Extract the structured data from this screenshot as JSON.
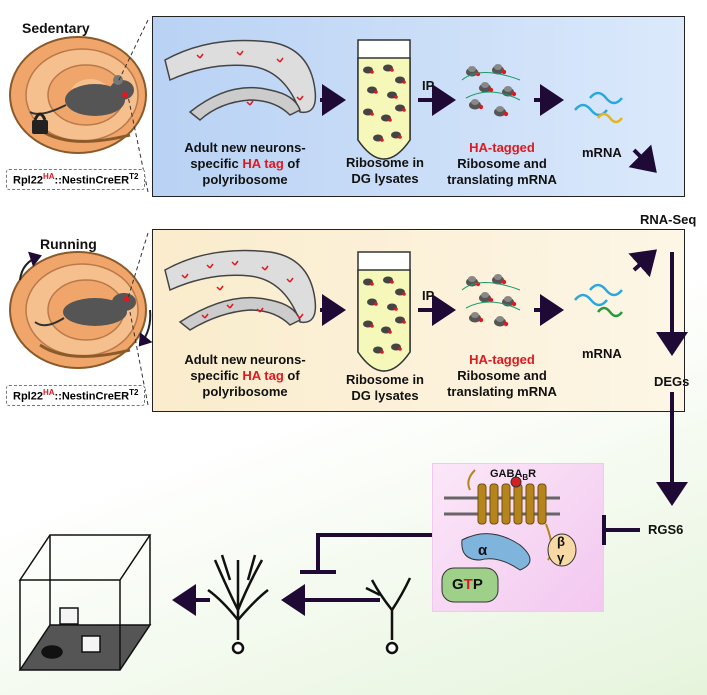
{
  "conditions": [
    {
      "title": "Sedentary",
      "genotype": {
        "pre": "Rpl22",
        "sup": "HA",
        "post": "::NestinCreER",
        "sup2": "T2"
      },
      "step1": {
        "line1": "Adult new neurons-",
        "line2a": "specific ",
        "line2b": "HA tag",
        "line2c": " of",
        "line3": "polyribosome"
      },
      "step2": {
        "line1": "Ribosome in",
        "line2": "DG lysates"
      },
      "ip": "IP",
      "step3": {
        "line1": "HA-tagged",
        "line2": "Ribosome and",
        "line3": "translating mRNA"
      },
      "product": "mRNA",
      "panel_color": "#c7dcf7"
    },
    {
      "title": "Running",
      "genotype": {
        "pre": "Rpl22",
        "sup": "HA",
        "post": "::NestinCreER",
        "sup2": "T2"
      },
      "step1": {
        "line1": "Adult new neurons-",
        "line2a": "specific ",
        "line2b": "HA tag",
        "line2c": " of",
        "line3": "polyribosome"
      },
      "step2": {
        "line1": "Ribosome in",
        "line2": "DG lysates"
      },
      "ip": "IP",
      "step3": {
        "line1": "HA-tagged",
        "line2": "Ribosome and",
        "line3": "translating mRNA"
      },
      "product": "mRNA",
      "panel_color": "#fbedcc"
    }
  ],
  "pipeline": {
    "rna_seq": "RNA-Seq",
    "degs": "DEGs",
    "target": "RGS6"
  },
  "receptor": {
    "pre": "GABA",
    "sub": "B",
    "post": "R",
    "alpha": "α",
    "beta": "β",
    "gamma": "γ",
    "gtp_g": "G",
    "gtp_t": "T",
    "gtp_p": "P"
  },
  "colors": {
    "arrow": "#1e0a35",
    "ha_red": "#e0181f",
    "receptor_brown": "#b5851c",
    "gprotein_blue": "#7fb4dc",
    "gtp_green": "#9fd08a"
  }
}
